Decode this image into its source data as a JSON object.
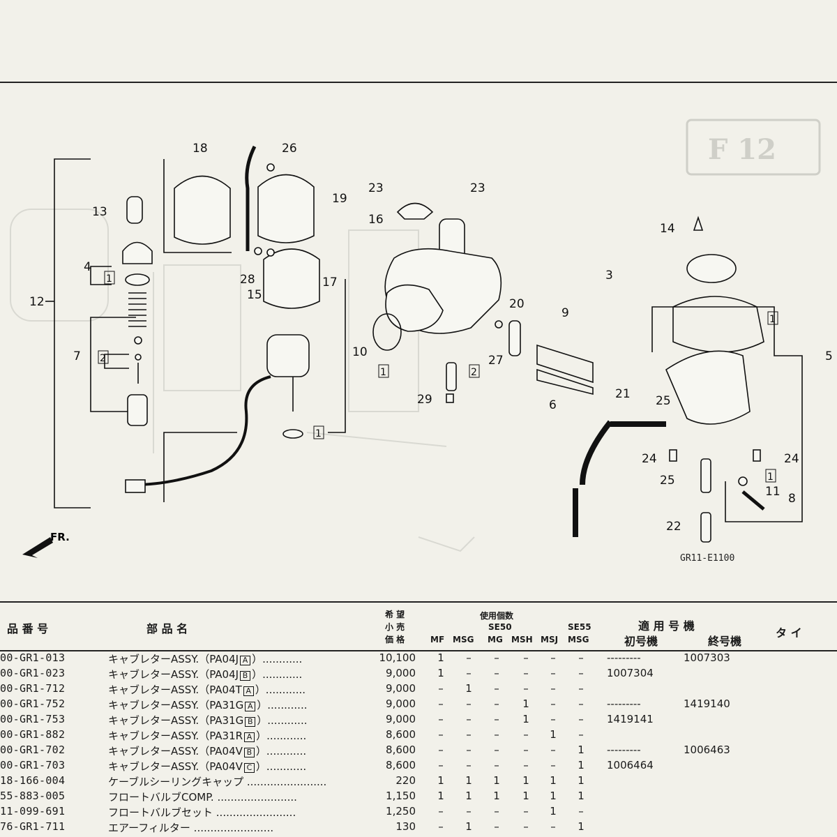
{
  "diagram": {
    "stamp": "F 12",
    "figure_code": "GR11-E1100",
    "front_marker": "FR.",
    "callouts": [
      "1",
      "2",
      "3",
      "4",
      "5",
      "6",
      "7",
      "8",
      "9",
      "10",
      "11",
      "12",
      "13",
      "14",
      "15",
      "16",
      "17",
      "18",
      "19",
      "20",
      "21",
      "22",
      "23",
      "24",
      "25",
      "26",
      "27",
      "28",
      "29"
    ]
  },
  "table": {
    "headers": {
      "part_number": "品 番 号",
      "part_name": "部 品 名",
      "price_l1": "希 望",
      "price_l2": "小 売",
      "price_l3": "価 格",
      "usage": "使用個数",
      "se50": "SE50",
      "se55": "SE55",
      "cols": [
        "MF",
        "MSG",
        "MG",
        "MSH",
        "MSJ",
        "MSG"
      ],
      "applicable": "適 用 号 機",
      "first": "初号機",
      "last": "終号機",
      "type": "タ イ"
    },
    "rows": [
      {
        "pn": "00-GR1-013",
        "name": "キャブレターASSY.（PA04J",
        "box": "A",
        "price": "10,100",
        "q": [
          "1",
          "–",
          "–",
          "–",
          "–",
          "–"
        ],
        "first": "---------",
        "last": "1007303"
      },
      {
        "pn": "00-GR1-023",
        "name": "キャブレターASSY.（PA04J",
        "box": "B",
        "price": "9,000",
        "q": [
          "1",
          "–",
          "–",
          "–",
          "–",
          "–"
        ],
        "first": "1007304",
        "last": ""
      },
      {
        "pn": "00-GR1-712",
        "name": "キャブレターASSY.（PA04T",
        "box": "A",
        "price": "9,000",
        "q": [
          "–",
          "1",
          "–",
          "–",
          "–",
          "–"
        ],
        "first": "",
        "last": ""
      },
      {
        "pn": "00-GR1-752",
        "name": "キャブレターASSY.（PA31G",
        "box": "A",
        "price": "9,000",
        "q": [
          "–",
          "–",
          "–",
          "1",
          "–",
          "–"
        ],
        "first": "---------",
        "last": "1419140"
      },
      {
        "pn": "00-GR1-753",
        "name": "キャブレターASSY.（PA31G",
        "box": "B",
        "price": "9,000",
        "q": [
          "–",
          "–",
          "–",
          "1",
          "–",
          "–"
        ],
        "first": "1419141",
        "last": ""
      },
      {
        "pn": "00-GR1-882",
        "name": "キャブレターASSY.（PA31R",
        "box": "A",
        "price": "8,600",
        "q": [
          "–",
          "–",
          "–",
          "–",
          "1",
          "–"
        ],
        "first": "",
        "last": ""
      },
      {
        "pn": "00-GR1-702",
        "name": "キャブレターASSY.（PA04V",
        "box": "B",
        "price": "8,600",
        "q": [
          "–",
          "–",
          "–",
          "–",
          "–",
          "1"
        ],
        "first": "---------",
        "last": "1006463"
      },
      {
        "pn": "00-GR1-703",
        "name": "キャブレターASSY.（PA04V",
        "box": "C",
        "price": "8,600",
        "q": [
          "–",
          "–",
          "–",
          "–",
          "–",
          "1"
        ],
        "first": "1006464",
        "last": ""
      },
      {
        "pn": "18-166-004",
        "name": "ケーブルシーリングキャップ",
        "box": "",
        "price": "220",
        "q": [
          "1",
          "1",
          "1",
          "1",
          "1",
          "1"
        ],
        "first": "",
        "last": ""
      },
      {
        "pn": "55-883-005",
        "name": "フロートバルブCOMP.",
        "box": "",
        "price": "1,150",
        "q": [
          "1",
          "1",
          "1",
          "1",
          "1",
          "1"
        ],
        "first": "",
        "last": ""
      },
      {
        "pn": "11-099-691",
        "name": "フロートバルブセット",
        "box": "",
        "price": "1,250",
        "q": [
          "–",
          "–",
          "–",
          "–",
          "1",
          "–"
        ],
        "first": "",
        "last": ""
      },
      {
        "pn": "76-GR1-711",
        "name": "エアーフィルター",
        "box": "",
        "price": "130",
        "q": [
          "–",
          "1",
          "–",
          "–",
          "–",
          "1"
        ],
        "first": "",
        "last": ""
      }
    ]
  }
}
